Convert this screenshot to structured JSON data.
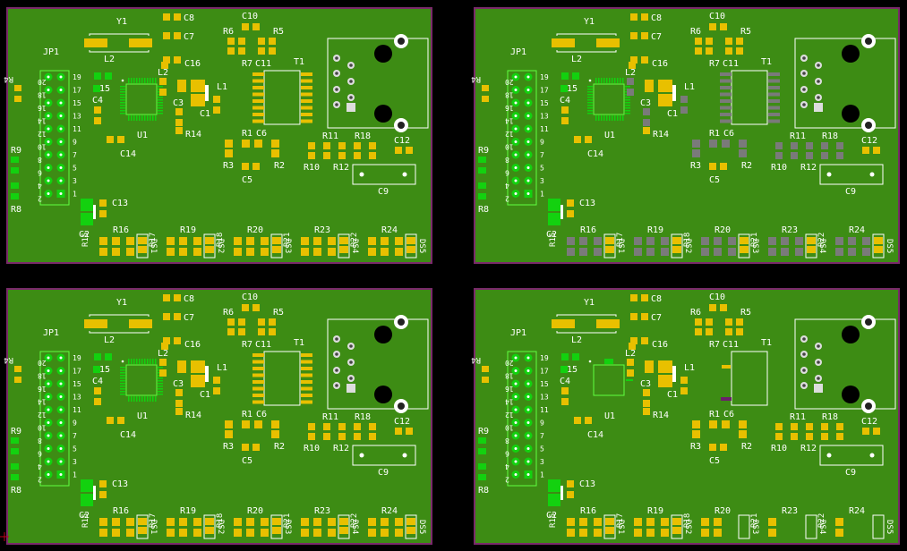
{
  "colors": {
    "background": "#000000",
    "board": "#3d8c14",
    "board_edge": "#7a2a6a",
    "pad": "#e8c000",
    "pad_gray": "#7a7a7a",
    "pin_green": "#13d10f",
    "silk": "#ffffff",
    "outline_green": "#60ff40",
    "bar_purple": "#6b1f6b",
    "edge_mark": "#c0001a"
  },
  "boards": [
    {
      "id": "top-left",
      "gray_pads": false,
      "missing": []
    },
    {
      "id": "top-right",
      "gray_pads": true,
      "missing": []
    },
    {
      "id": "bottom-left",
      "gray_pads": false,
      "missing": []
    },
    {
      "id": "bottom-right",
      "gray_pads": false,
      "missing": [
        "U1-pads",
        "T1-pads",
        "bottom-row-pads"
      ]
    }
  ],
  "labels": {
    "JP1": "JP1",
    "Y1": "Y1",
    "C8": "C8",
    "C7": "C7",
    "C16": "C16",
    "C10": "C10",
    "R6": "R6",
    "R5": "R5",
    "R7": "R7",
    "C11": "C11",
    "T1": "T1",
    "L2": "L2",
    "C15": "C15",
    "C4": "C4",
    "C3": "C3",
    "C1": "C1",
    "L1": "L1",
    "U1": "U1",
    "R14": "R14",
    "C14": "C14",
    "R1": "R1",
    "C6": "C6",
    "R3": "R3",
    "R2": "R2",
    "C5": "C5",
    "R11": "R11",
    "R18": "R18",
    "C12": "C12",
    "R10": "R10",
    "R12": "R12",
    "C9": "C9",
    "R4": "R4",
    "R9": "R9",
    "R8": "R8",
    "C2": "C2",
    "C13": "C13",
    "R16": "R16",
    "R19": "R19",
    "R20": "R20",
    "R23": "R23",
    "R24": "R24",
    "R15": "R15",
    "DS1": "DS1",
    "R17": "R17",
    "DS2": "DS2",
    "R18b": "R18",
    "DS3": "DS3",
    "R21": "R21",
    "DS4": "DS4",
    "R22": "R22",
    "DS5": "DS5"
  },
  "jp1_pins_left": [
    "20",
    "18",
    "16",
    "14",
    "12",
    "10",
    "8",
    "6",
    "4",
    "2"
  ],
  "jp1_pins_right": [
    "19",
    "17",
    "15",
    "13",
    "11",
    "9",
    "7",
    "5",
    "3",
    "1"
  ]
}
